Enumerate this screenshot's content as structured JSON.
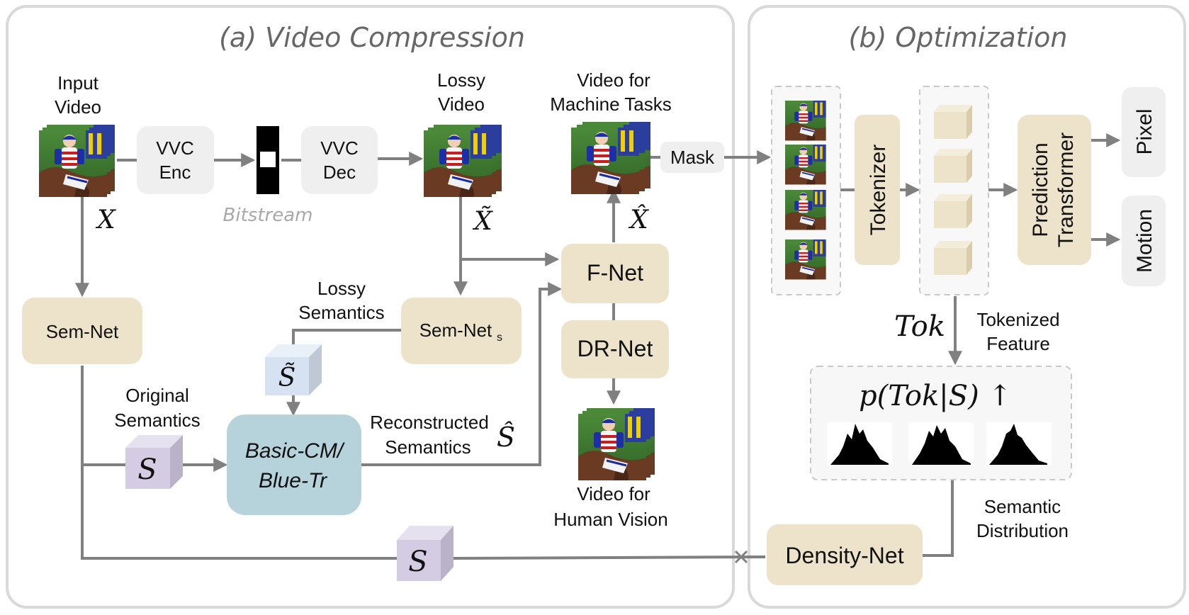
{
  "panels": {
    "a_title": "(a) Video Compression",
    "b_title": "(b) Optimization"
  },
  "labels": {
    "input_video": [
      "Input",
      "Video"
    ],
    "lossy_video": [
      "Lossy",
      "Video"
    ],
    "video_machine": [
      "Video for",
      "Machine Tasks"
    ],
    "video_human": [
      "Video for",
      "Human Vision"
    ],
    "bitstream": "Bitstream",
    "lossy_semantics": [
      "Lossy",
      "Semantics"
    ],
    "original_semantics": [
      "Original",
      "Semantics"
    ],
    "reconstructed_semantics": [
      "Reconstructed",
      "Semantics"
    ],
    "tokenized_feature": [
      "Tokenized",
      "Feature"
    ],
    "semantic_distribution": [
      "Semantic",
      "Distribution"
    ]
  },
  "symbols": {
    "x": "X",
    "x_tilde": "X̃",
    "x_hat": "X̂",
    "s": "S",
    "s_tilde": "S̃",
    "s_hat": "Ŝ",
    "tok": "Tok",
    "prob": "p(Tok|S) ↑"
  },
  "nodes": {
    "vvc_enc": [
      "VVC",
      "Enc"
    ],
    "vvc_dec": [
      "VVC",
      "Dec"
    ],
    "mask": "Mask",
    "sem_net": "Sem-Net",
    "sem_net_s": "Sem-Net",
    "sem_net_s_sub": "s",
    "f_net": "F-Net",
    "dr_net": "DR-Net",
    "basic_cm": [
      "Basic-CM/",
      "Blue-Tr"
    ],
    "density_net": "Density-Net",
    "tokenizer": "Tokenizer",
    "prediction_transformer": [
      "Prediction",
      "Transformer"
    ],
    "pixel": "Pixel",
    "motion": "Motion"
  },
  "colors": {
    "tan": "#EDE3CB",
    "light_gray": "#EFEFEF",
    "blue_box": "#B6D2DA",
    "purple_cube": "#D3CCE3",
    "blue_cube": "#D6E2F2",
    "arrow": "#808080"
  }
}
